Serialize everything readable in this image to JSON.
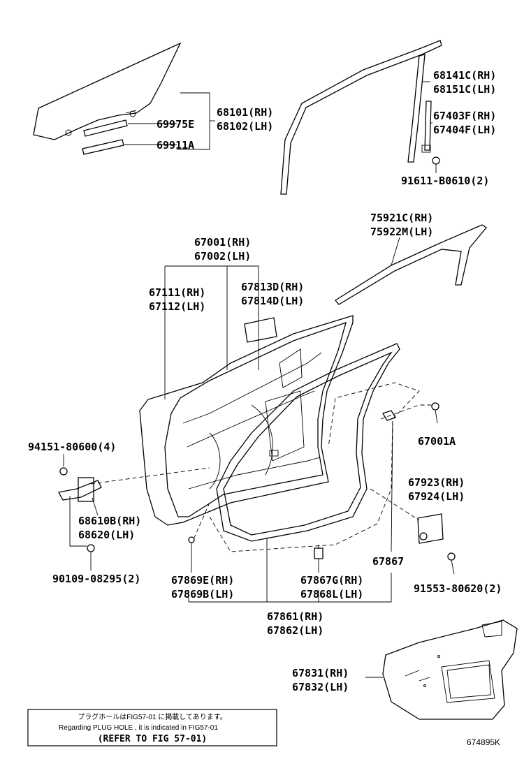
{
  "labels": {
    "l68101": "68101(RH)",
    "l68102": "68102(LH)",
    "l69975": "69975E",
    "l69911": "69911A",
    "l68141": "68141C(RH)",
    "l68151": "68151C(LH)",
    "l67403": "67403F(RH)",
    "l67404": "67404F(LH)",
    "l91611": "91611-B0610(2)",
    "l75921": "75921C(RH)",
    "l75922": "75922M(LH)",
    "l67001": "67001(RH)",
    "l67002": "67002(LH)",
    "l67111": "67111(RH)",
    "l67112": "67112(LH)",
    "l67813": "67813D(RH)",
    "l67814": "67814D(LH)",
    "l67001A": "67001A",
    "l94151": "94151-80600(4)",
    "l68610": "68610B(RH)",
    "l68620": "68620(LH)",
    "l67923": "67923(RH)",
    "l67924": "67924(LH)",
    "l90109": "90109-08295(2)",
    "l67869E": "67869E(RH)",
    "l67869B": "67869B(LH)",
    "l67867G": "67867G(RH)",
    "l67868L": "67868L(LH)",
    "l67867": "67867",
    "l91553": "91553-80620(2)",
    "l67861": "67861(RH)",
    "l67862": "67862(LH)",
    "l67831": "67831(RH)",
    "l67832": "67832(LH)"
  },
  "note": {
    "line_jp": "プラグホールはFIG57-01 に掲載してあります。",
    "line_en": "Regarding PLUG HOLE , it is indicated in FIG57-01",
    "line_ref": "(REFER TO FIG 57-01)"
  },
  "figure_id": "674895K"
}
